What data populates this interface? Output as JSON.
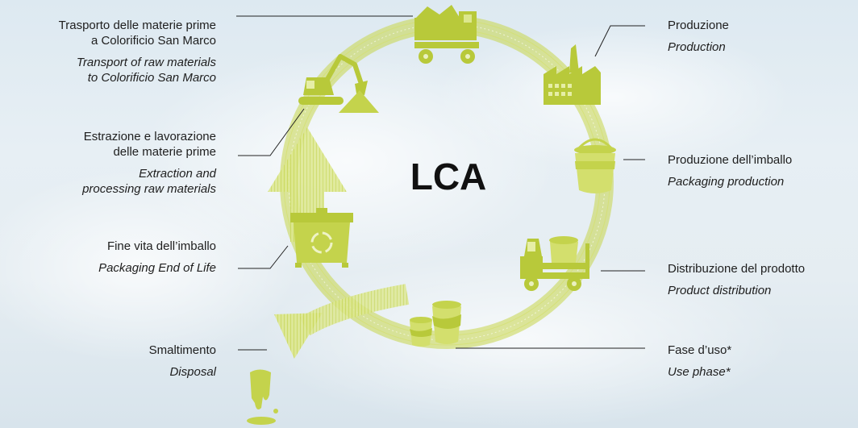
{
  "center": {
    "title": "LCA"
  },
  "colors": {
    "accent": "#c7d64a",
    "accent_dark": "#b8c93a",
    "text": "#1e1e1e"
  },
  "stages": {
    "raw_transport": {
      "it": "Trasporto delle materie prime\na Colorificio San Marco",
      "en": "Transport of raw materials\nto Colorificio San Marco",
      "icon": "truck-icon"
    },
    "production": {
      "it": "Produzione",
      "en": "Production",
      "icon": "factory-icon"
    },
    "packaging_production": {
      "it": "Produzione dell’imballo",
      "en": "Packaging production",
      "icon": "paint-bucket-icon"
    },
    "distribution": {
      "it": "Distribuzione del prodotto",
      "en": "Product distribution",
      "icon": "forklift-icon"
    },
    "use_phase": {
      "it": "Fase d’uso*",
      "en": "Use phase*",
      "icon": "paint-cans-icon"
    },
    "extraction": {
      "it": "Estrazione e lavorazione\ndelle materie prime",
      "en": "Extraction and\nprocessing raw materials",
      "icon": "excavator-icon"
    },
    "end_of_life": {
      "it": "Fine vita dell’imballo",
      "en": "Packaging End of Life",
      "icon": "recycling-bin-icon"
    },
    "disposal": {
      "it": "Smaltimento",
      "en": "Disposal",
      "icon": "paint-spill-icon"
    }
  }
}
